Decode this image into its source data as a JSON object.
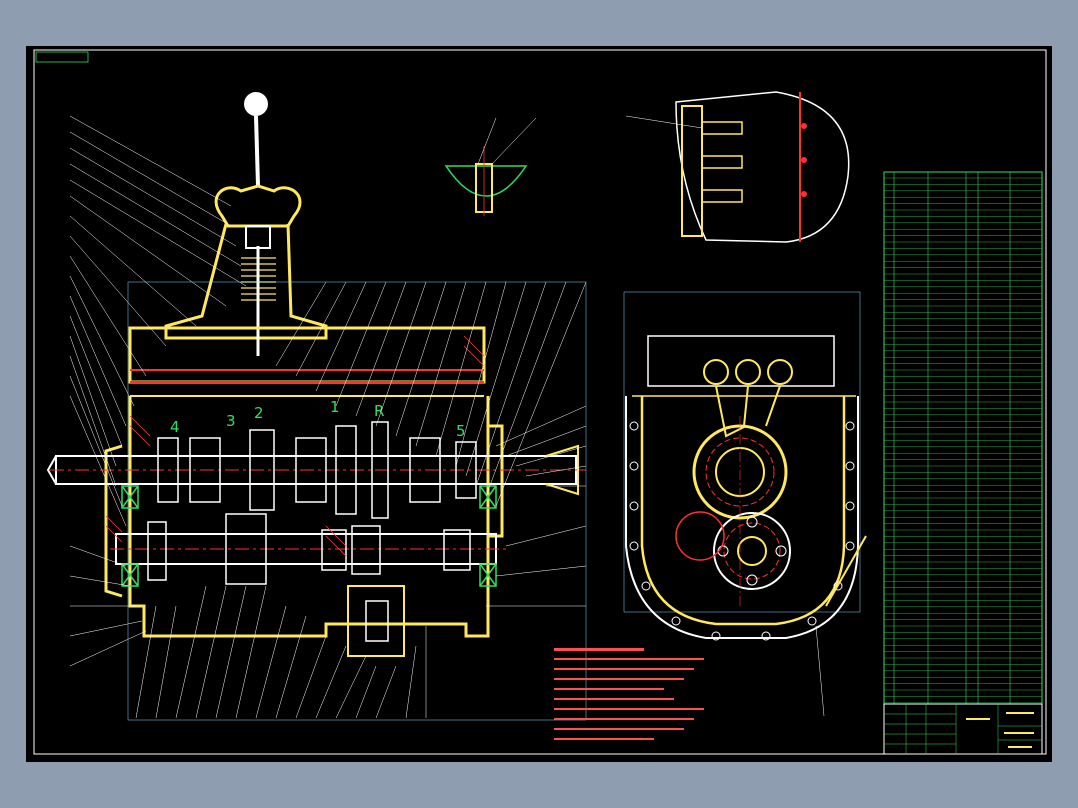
{
  "gear_labels": [
    {
      "id": "gear-4",
      "text": "4"
    },
    {
      "id": "gear-3",
      "text": "3"
    },
    {
      "id": "gear-2",
      "text": "2"
    },
    {
      "id": "gear-1",
      "text": "1"
    },
    {
      "id": "gear-r",
      "text": "R"
    },
    {
      "id": "gear-5",
      "text": "5"
    }
  ],
  "colors": {
    "background_outer": "#8e9db0",
    "sheet": "#000000",
    "outline": "#ffffff",
    "housing": "#ffe85c",
    "leader": "#ffffff",
    "centerline": "#ff3030",
    "hatch": "#ff4040",
    "table_lines": "#2ee05a",
    "bearing": "#2ee05a",
    "gear_label": "#2ee05a"
  }
}
